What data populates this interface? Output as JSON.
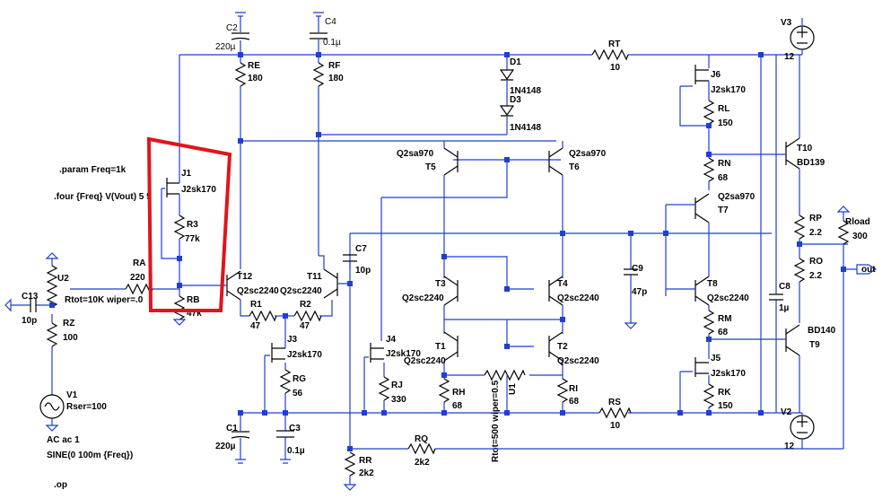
{
  "directives": {
    "param": ".param Freq=1k",
    "four": ".four {Freq} V(Vout) 5 5",
    "op": ".op"
  },
  "components": {
    "C2": {
      "name": "C2",
      "value": "220µ"
    },
    "C4": {
      "name": "C4",
      "value": "0.1µ"
    },
    "RE": {
      "name": "RE",
      "value": "180"
    },
    "RF": {
      "name": "RF",
      "value": "180"
    },
    "RT": {
      "name": "RT",
      "value": "10"
    },
    "D1": {
      "name": "D1",
      "value": "1N4148"
    },
    "D3": {
      "name": "D3",
      "value": "1N4148"
    },
    "J6": {
      "name": "J6",
      "value": "J2sk170"
    },
    "RL": {
      "name": "RL",
      "value": "150"
    },
    "RN": {
      "name": "RN",
      "value": "68"
    },
    "T7": {
      "name": "T7",
      "value": "Q2sa970"
    },
    "T10": {
      "name": "T10",
      "value": "BD139"
    },
    "T9": {
      "name": "T9",
      "value": "BD140"
    },
    "RP": {
      "name": "RP",
      "value": "2.2"
    },
    "RO": {
      "name": "RO",
      "value": "2.2"
    },
    "Rload": {
      "name": "Rload",
      "value": "300"
    },
    "C8": {
      "name": "C8",
      "value": "1µ"
    },
    "T8": {
      "name": "T8",
      "value": "Q2sc2240"
    },
    "RM": {
      "name": "RM",
      "value": "68"
    },
    "J5": {
      "name": "J5",
      "value": "J2sk170"
    },
    "RK": {
      "name": "RK",
      "value": "150"
    },
    "T5": {
      "name": "T5",
      "value": "Q2sa970"
    },
    "T6": {
      "name": "T6",
      "value": "Q2sa970"
    },
    "T3": {
      "name": "T3",
      "value": "Q2sc2240"
    },
    "T4": {
      "name": "T4",
      "value": "Q2sc2240"
    },
    "T1": {
      "name": "T1",
      "value": "Q2sc2240"
    },
    "T2": {
      "name": "T2",
      "value": "Q2sc2240"
    },
    "RH": {
      "name": "RH",
      "value": "68"
    },
    "RI": {
      "name": "RI",
      "value": "68"
    },
    "U1": {
      "name": "U1",
      "value": "Rtot=500 wiper=0.5"
    },
    "C9": {
      "name": "C9",
      "value": "47p"
    },
    "C7": {
      "name": "C7",
      "value": "10p"
    },
    "J4": {
      "name": "J4",
      "value": "J2sk170"
    },
    "RJ": {
      "name": "RJ",
      "value": "330"
    },
    "J3": {
      "name": "J3",
      "value": "J2sk170"
    },
    "RG": {
      "name": "RG",
      "value": "56"
    },
    "C1": {
      "name": "C1",
      "value": "220µ"
    },
    "C3": {
      "name": "C3",
      "value": "0.1µ"
    },
    "RS": {
      "name": "RS",
      "value": "10"
    },
    "RQ": {
      "name": "RQ",
      "value": "2k2"
    },
    "RR": {
      "name": "RR",
      "value": "2k2"
    },
    "T11": {
      "name": "T11",
      "value": "Q2sc2240"
    },
    "T12": {
      "name": "T12",
      "value": "Q2sc2240"
    },
    "R1": {
      "name": "R1",
      "value": "47"
    },
    "R2": {
      "name": "R2",
      "value": "47"
    },
    "J1": {
      "name": "J1",
      "value": "J2sk170"
    },
    "R3": {
      "name": "R3",
      "value": "77k"
    },
    "RB": {
      "name": "RB",
      "value": "47k"
    },
    "RA": {
      "name": "RA",
      "value": "220"
    },
    "U2": {
      "name": "U2",
      "value": "Rtot=10K wiper=.0"
    },
    "C13": {
      "name": "C13",
      "value": "10p"
    },
    "RZ": {
      "name": "RZ",
      "value": "100"
    },
    "V1": {
      "name": "V1",
      "value": "Rser=100",
      "ac": "AC ac 1",
      "sine": "SINE(0 100m {Freq})"
    },
    "V3": {
      "name": "V3",
      "value": "12"
    },
    "V2": {
      "name": "V2",
      "value": "12"
    }
  },
  "output_label": "out",
  "colors": {
    "wire": "#1f3fd0",
    "component": "#000000",
    "highlight": "#e0141c"
  }
}
